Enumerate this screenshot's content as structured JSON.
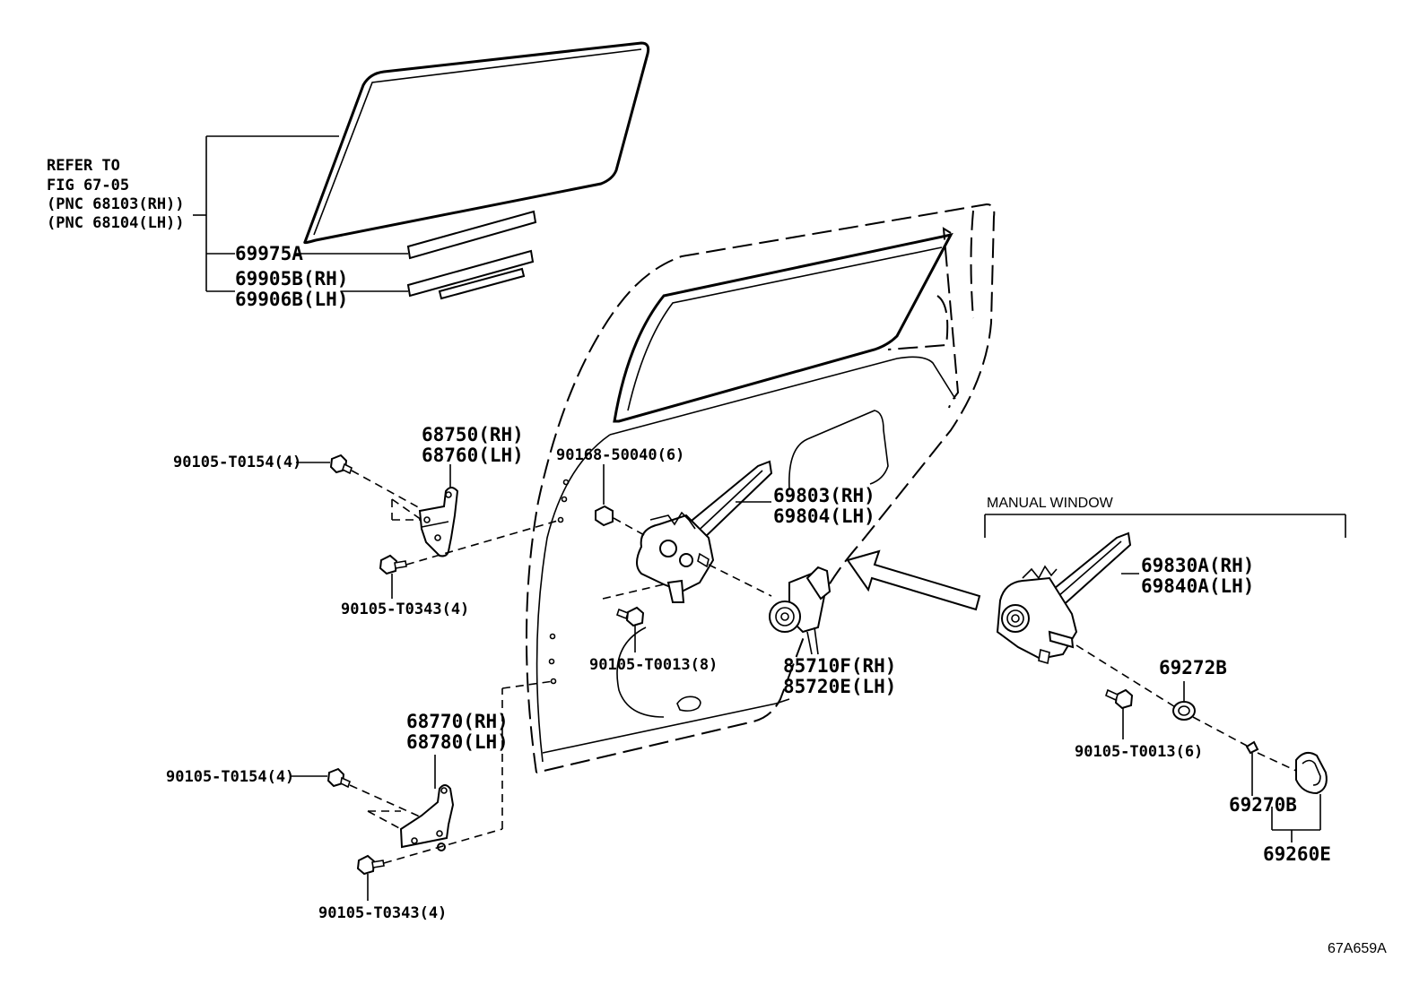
{
  "diagram": {
    "reference_note": [
      "REFER TO",
      "FIG 67-05",
      "(PNC 68103(RH))",
      "(PNC 68104(LH))"
    ],
    "section_title": "MANUAL WINDOW",
    "figure_id": "67A659A",
    "labels": {
      "p69975A": "69975A",
      "p69905B": "69905B(RH)",
      "p69906B": "69906B(LH)",
      "p68750": "68750(RH)",
      "p68760": "68760(LH)",
      "p90105_T0154_top": "90105-T0154(4)",
      "p90105_T0343_top": "90105-T0343(4)",
      "p90168_50040": "90168-50040(6)",
      "p69803": "69803(RH)",
      "p69804": "69804(LH)",
      "p90105_T0013_8": "90105-T0013(8)",
      "p85710F": "85710F(RH)",
      "p85720E": "85720E(LH)",
      "p68770": "68770(RH)",
      "p68780": "68780(LH)",
      "p90105_T0154_bot": "90105-T0154(4)",
      "p90105_T0343_bot": "90105-T0343(4)",
      "p69830A": "69830A(RH)",
      "p69840A": "69840A(LH)",
      "p69272B": "69272B",
      "p90105_T0013_6": "90105-T0013(6)",
      "p69270B": "69270B",
      "p69260E": "69260E"
    }
  }
}
